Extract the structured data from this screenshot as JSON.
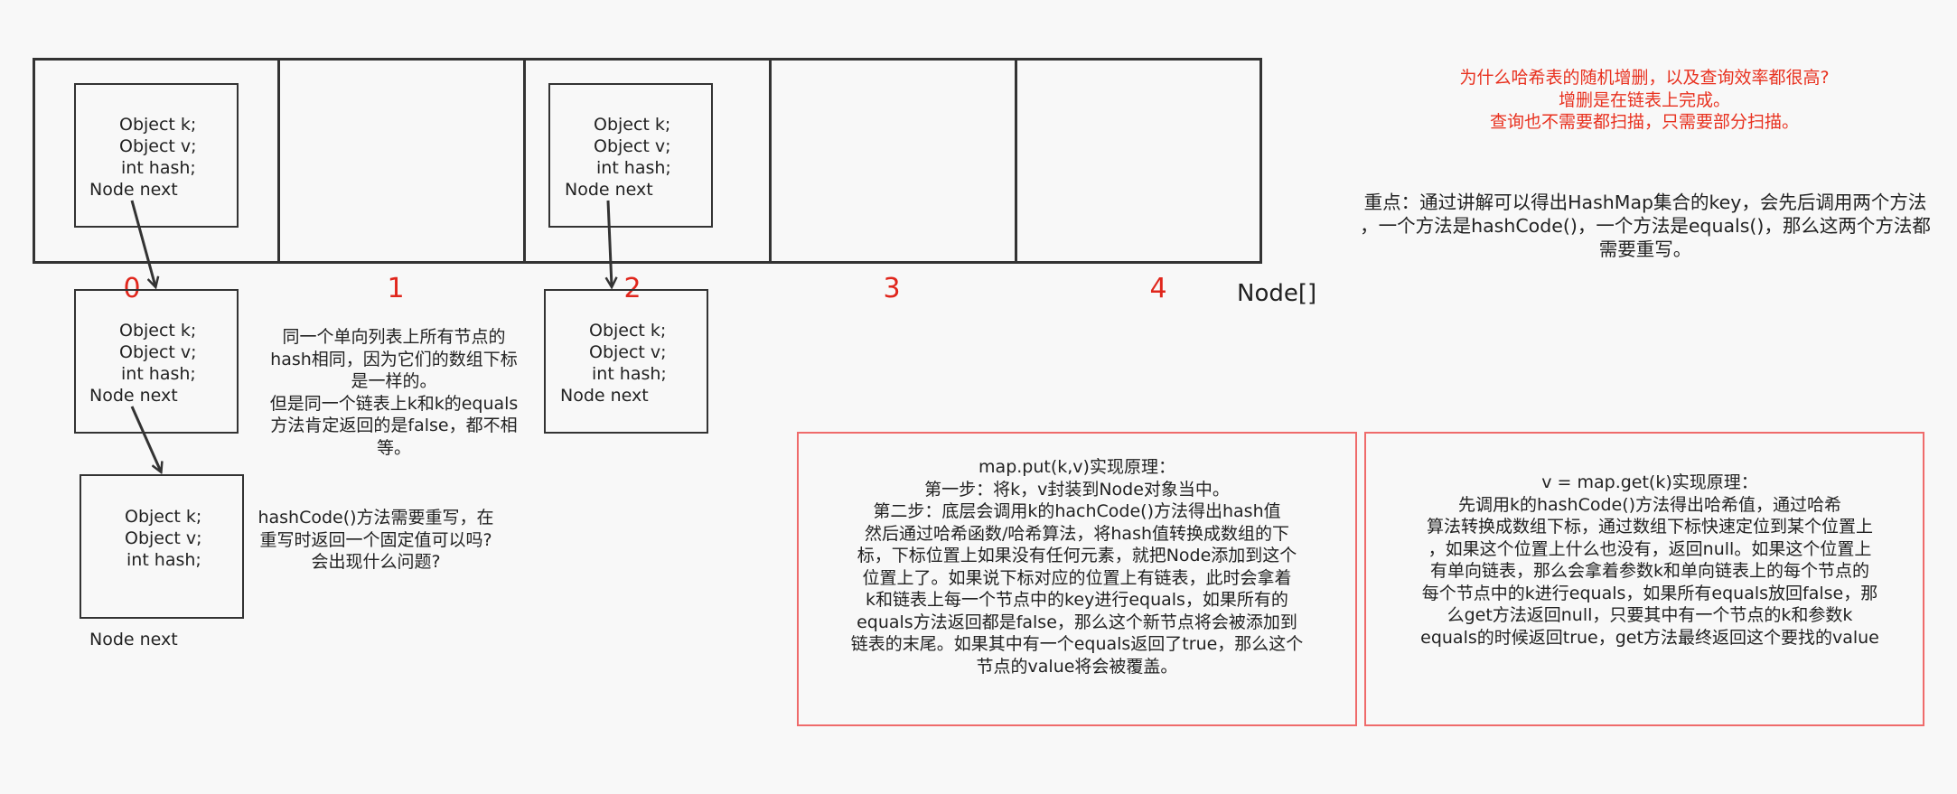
{
  "node_fields": [
    "Object k;",
    "Object v;",
    "int hash;",
    "Node next"
  ],
  "indices": [
    "0",
    "1",
    "2",
    "3",
    "4"
  ],
  "array_label": "Node[]",
  "question_lines": [
    "为什么哈希表的随机增删，以及查询效率都很高?",
    "增删是在链表上完成。",
    "查询也不需要都扫描，只需要部分扫描。"
  ],
  "key_point_lines": [
    "重点：通过讲解可以得出HashMap集合的key，会先后调用两个方法",
    "，一个方法是hashCode()，一个方法是equals()，那么这两个方法都",
    "需要重写。"
  ],
  "same_hash_note": [
    "同一个单向列表上所有节点的",
    "hash相同，因为它们的数组下标",
    "是一样的。",
    "但是同一个链表上k和k的equals",
    "方法肯定返回的是false，都不相",
    "等。"
  ],
  "hashcode_note": [
    "hashCode()方法需要重写，在",
    "重写时返回一个固定值可以吗?",
    "会出现什么问题?"
  ],
  "put_note": [
    "map.put(k,v)实现原理：",
    "第一步：将k，v封装到Node对象当中。",
    "第二步：底层会调用k的hachCode()方法得出hash值",
    "然后通过哈希函数/哈希算法，将hash值转换成数组的下",
    "标，下标位置上如果没有任何元素，就把Node添加到这个",
    "位置上了。如果说下标对应的位置上有链表，此时会拿着",
    "k和链表上每一个节点中的key进行equals，如果所有的",
    "equals方法返回都是false，那么这个新节点将会被添加到",
    "链表的末尾。如果其中有一个equals返回了true，那么这个",
    "节点的value将会被覆盖。"
  ],
  "get_note": [
    "v = map.get(k)实现原理：",
    "先调用k的hashCode()方法得出哈希值，通过哈希",
    "算法转换成数组下标，通过数组下标快速定位到某个位置上",
    "，如果这个位置上什么也没有，返回null。如果这个位置上",
    "有单向链表，那么会拿着参数k和单向链表上的每个节点的",
    "每个节点中的k进行equals，如果所有equals放回false，那",
    "么get方法返回null，只要其中有一个节点的k和参数k",
    "equals的时候返回true，get方法最终返回这个要找的value"
  ],
  "colors": {
    "accent_red": "#e8311f",
    "box_red": "#ef6b6b",
    "stroke": "#333333"
  }
}
